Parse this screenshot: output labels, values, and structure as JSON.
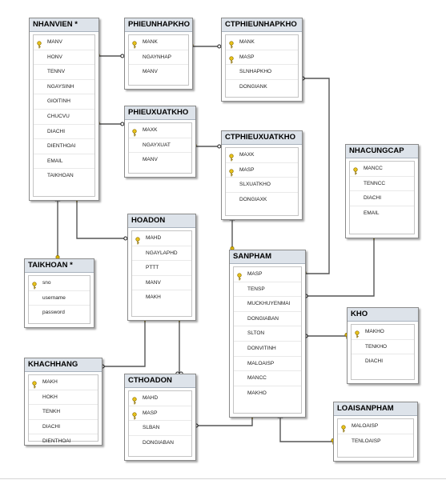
{
  "tables": [
    {
      "id": "nhanvien",
      "name": "NHANVIEN *",
      "columns": [
        {
          "name": "MANV",
          "pk": true
        },
        {
          "name": "HONV"
        },
        {
          "name": "TENNV"
        },
        {
          "name": "NGAYSINH"
        },
        {
          "name": "GIOITINH"
        },
        {
          "name": "CHUCVU"
        },
        {
          "name": "DIACHI"
        },
        {
          "name": "DIENTHOAI"
        },
        {
          "name": "EMAIL"
        },
        {
          "name": "TAIKHOAN"
        }
      ]
    },
    {
      "id": "phieunhapkho",
      "name": "PHIEUNHAPKHO",
      "columns": [
        {
          "name": "MANK",
          "pk": true
        },
        {
          "name": "NGAYNHAP"
        },
        {
          "name": "MANV"
        }
      ]
    },
    {
      "id": "ctphieunhapkho",
      "name": "CTPHIEUNHAPKHO",
      "columns": [
        {
          "name": "MANK",
          "pk": true
        },
        {
          "name": "MASP",
          "pk": true
        },
        {
          "name": "SLNHAPKHO"
        },
        {
          "name": "DONGIANK"
        }
      ]
    },
    {
      "id": "phieuxuatkho",
      "name": "PHIEUXUATKHO",
      "columns": [
        {
          "name": "MAXK",
          "pk": true
        },
        {
          "name": "NGAYXUAT"
        },
        {
          "name": "MANV"
        }
      ]
    },
    {
      "id": "ctphieuxuatkho",
      "name": "CTPHIEUXUATKHO",
      "columns": [
        {
          "name": "MAXK",
          "pk": true
        },
        {
          "name": "MASP",
          "pk": true
        },
        {
          "name": "SLXUATKHO"
        },
        {
          "name": "DONGIAXK"
        }
      ]
    },
    {
      "id": "nhacungcap",
      "name": "NHACUNGCAP",
      "columns": [
        {
          "name": "MANCC",
          "pk": true
        },
        {
          "name": "TENNCC"
        },
        {
          "name": "DIACHI"
        },
        {
          "name": "EMAIL"
        }
      ]
    },
    {
      "id": "hoadon",
      "name": "HOADON",
      "columns": [
        {
          "name": "MAHD",
          "pk": true
        },
        {
          "name": "NGAYLAPHD"
        },
        {
          "name": "PTTT"
        },
        {
          "name": "MANV"
        },
        {
          "name": "MAKH"
        }
      ]
    },
    {
      "id": "taikhoan",
      "name": "TAIKHOAN *",
      "columns": [
        {
          "name": "sno",
          "pk": true
        },
        {
          "name": "username"
        },
        {
          "name": "password"
        }
      ]
    },
    {
      "id": "sanpham",
      "name": "SANPHAM",
      "columns": [
        {
          "name": "MASP",
          "pk": true
        },
        {
          "name": "TENSP"
        },
        {
          "name": "MUCKHUYENMAI"
        },
        {
          "name": "DONGIABAN"
        },
        {
          "name": "SLTON"
        },
        {
          "name": "DONVITINH"
        },
        {
          "name": "MALOAISP"
        },
        {
          "name": "MANCC"
        },
        {
          "name": "MAKHO"
        }
      ]
    },
    {
      "id": "kho",
      "name": "KHO",
      "columns": [
        {
          "name": "MAKHO",
          "pk": true
        },
        {
          "name": "TENKHO"
        },
        {
          "name": "DIACHI"
        }
      ]
    },
    {
      "id": "khachhang",
      "name": "KHACHHANG",
      "columns": [
        {
          "name": "MAKH",
          "pk": true
        },
        {
          "name": "HOKH"
        },
        {
          "name": "TENKH"
        },
        {
          "name": "DIACHI"
        },
        {
          "name": "DIENTHOAI"
        }
      ]
    },
    {
      "id": "cthoadon",
      "name": "CTHOADON",
      "columns": [
        {
          "name": "MAHD",
          "pk": true
        },
        {
          "name": "MASP",
          "pk": true
        },
        {
          "name": "SLBAN"
        },
        {
          "name": "DONGIABAN"
        }
      ]
    },
    {
      "id": "loaisanpham",
      "name": "LOAISANPHAM",
      "columns": [
        {
          "name": "MALOAISP",
          "pk": true
        },
        {
          "name": "TENLOAISP"
        }
      ]
    }
  ],
  "relationships": [
    {
      "from": "phieunhapkho",
      "to": "nhanvien"
    },
    {
      "from": "ctphieunhapkho",
      "to": "phieunhapkho"
    },
    {
      "from": "phieuxuatkho",
      "to": "nhanvien"
    },
    {
      "from": "ctphieuxuatkho",
      "to": "phieuxuatkho"
    },
    {
      "from": "ctphieunhapkho",
      "to": "sanpham"
    },
    {
      "from": "ctphieuxuatkho",
      "to": "sanpham"
    },
    {
      "from": "hoadon",
      "to": "nhanvien"
    },
    {
      "from": "nhanvien",
      "to": "taikhoan"
    },
    {
      "from": "sanpham",
      "to": "nhacungcap"
    },
    {
      "from": "sanpham",
      "to": "kho"
    },
    {
      "from": "sanpham",
      "to": "loaisanpham"
    },
    {
      "from": "cthoadon",
      "to": "sanpham"
    },
    {
      "from": "cthoadon",
      "to": "hoadon"
    },
    {
      "from": "khachhang",
      "to": "hoadon"
    }
  ],
  "icons": {
    "primary_key": "key-icon",
    "relationship_one": "key-end-icon",
    "relationship_many": "infinity-end-icon"
  },
  "colors": {
    "title_bg": "#dde3ea",
    "border": "#8a8a8a",
    "line": "#555555",
    "key": "#d9b300"
  }
}
